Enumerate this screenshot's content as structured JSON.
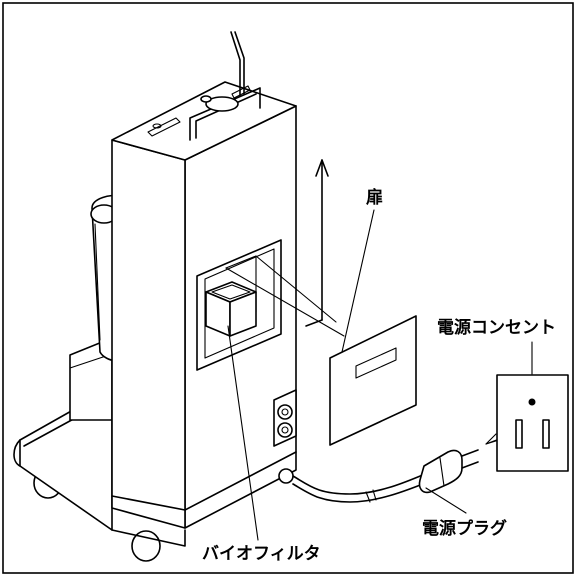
{
  "labels": {
    "door": "扉",
    "outlet": "電源コンセント",
    "plug": "電源プラグ",
    "bio_filter": "バイオフィルタ"
  }
}
